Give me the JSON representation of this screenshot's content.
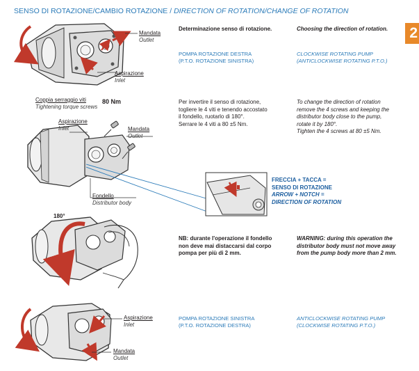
{
  "header": {
    "title_it": "SENSO DI ROTAZIONE/CAMBIO ROTAZIONE",
    "separator": " / ",
    "title_en": "DIRECTION OF ROTATION/CHANGE OF ROTATION",
    "page_tab": "2"
  },
  "colors": {
    "accent_blue": "#2a7ab8",
    "tab_orange": "#e8892a",
    "arrow_red": "#c0392b"
  },
  "section1": {
    "label_mandata": "Mandata",
    "label_outlet": "Outlet",
    "label_aspirazione": "Aspirazione",
    "label_inlet": "Inlet",
    "title_it": "Determinazione senso di rotazione.",
    "title_en": "Choosing the direction of rotation.",
    "pump_it_1": "POMPA ROTAZIONE DESTRA",
    "pump_it_2": "(P.T.O. ROTAZIONE SINISTRA)",
    "pump_en_1": "CLOCKWISE ROTATING PUMP",
    "pump_en_2": "(ANTICLOCKWISE ROTATING P.T.O.)"
  },
  "section2": {
    "torque_it": "Coppia serraggio viti",
    "torque_en": "Tightening torque screws",
    "torque_value": "80 Nm",
    "label_aspirazione": "Aspirazione",
    "label_inlet": "Inlet",
    "label_mandata": "Mandata",
    "label_outlet": "Outlet",
    "label_fondello": "Fondello",
    "label_distributor": "Distributor body",
    "text_it": [
      "Per invertire il senso di rotazione,",
      "togliere le 4 viti e tenendo accostato",
      "il fondello, ruotarlo di 180°.",
      "Serrare le 4 viti a 80 ±5 Nm."
    ],
    "text_en": [
      "To change the direction of rotation",
      "remove the 4 screws and keeping the",
      "distributor body close to the pump,",
      "rotate it by 180°.",
      "Tighten the 4 screws at 80 ±5 Nm."
    ],
    "detail_it_1": "FRECCIA + TACCA =",
    "detail_it_2": "SENSO DI ROTAZIONE",
    "detail_en_1": "ARROW + NOTCH =",
    "detail_en_2": "DIRECTION OF ROTATION"
  },
  "section3": {
    "angle_label": "180°",
    "nb_it": [
      "NB: durante l'operazione il fondello",
      "non deve mai distaccarsi dal corpo",
      "pompa per più di 2 mm."
    ],
    "nb_en": [
      "WARNING: during this operation the",
      "distributor body must not move away",
      "from the pump body more than 2 mm."
    ]
  },
  "section4": {
    "label_aspirazione": "Aspirazione",
    "label_inlet": "Inlet",
    "label_mandata": "Mandata",
    "label_outlet": "Outlet",
    "pump_it_1": "POMPA ROTAZIONE SINISTRA",
    "pump_it_2": "(P.T.O. ROTAZIONE DESTRA)",
    "pump_en_1": "ANTICLOCKWISE ROTATING PUMP",
    "pump_en_2": "(CLOCKWISE ROTATING P.T.O.)"
  }
}
